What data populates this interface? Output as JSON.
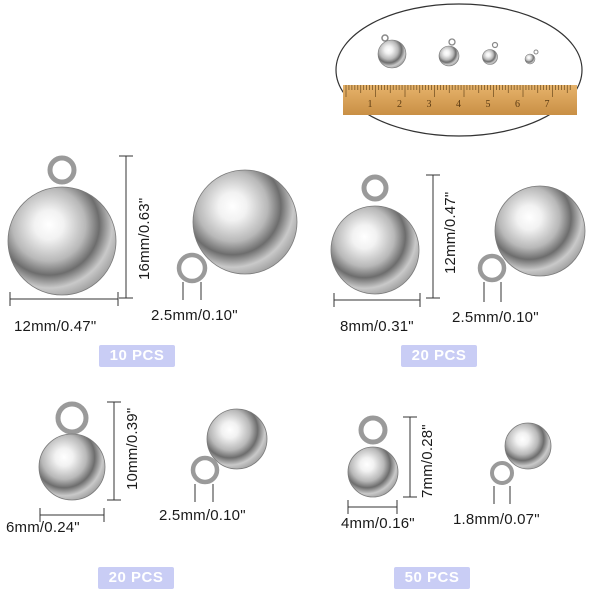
{
  "colors": {
    "badge_bg": "#c9cdf5",
    "ruler_wood": "#d9a35a",
    "metal_light": "#ffffff",
    "metal_dark": "#4a4a4a"
  },
  "ruler": {
    "numbers": [
      "1",
      "2",
      "3",
      "4",
      "5",
      "6",
      "7"
    ]
  },
  "groups": [
    {
      "height_label": "16mm/0.63\"",
      "width_label": "12mm/0.47\"",
      "loop_label": "2.5mm/0.10\"",
      "count": "10 PCS"
    },
    {
      "height_label": "12mm/0.47\"",
      "width_label": "8mm/0.31\"",
      "loop_label": "2.5mm/0.10\"",
      "count": "20 PCS"
    },
    {
      "height_label": "10mm/0.39\"",
      "width_label": "6mm/0.24\"",
      "loop_label": "2.5mm/0.10\"",
      "count": "20 PCS"
    },
    {
      "height_label": "7mm/0.28\"",
      "width_label": "4mm/0.16\"",
      "loop_label": "1.8mm/0.07\"",
      "count": "50 PCS"
    }
  ]
}
